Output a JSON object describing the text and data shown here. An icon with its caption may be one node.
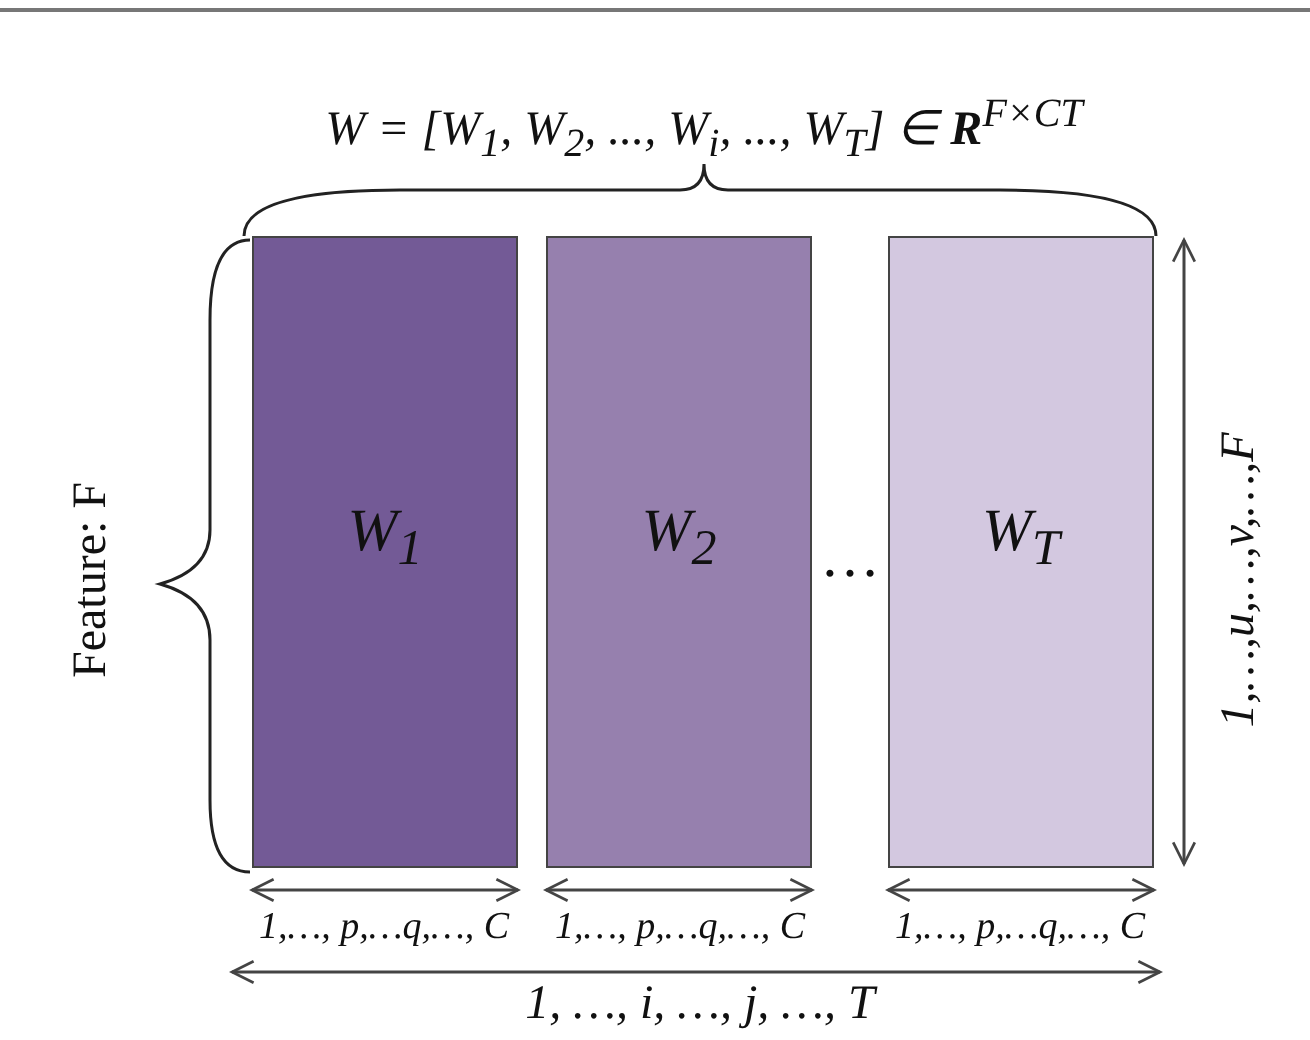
{
  "diagram": {
    "title": "W = [W$_{1}$, W$_{2}$, ..., W$_{i}$, ..., W$_{T}$] ∈ **R**$^{F×CT}$",
    "nodes": [
      {
        "text": [
          "W$_{1}$"
        ]
      },
      {
        "text": [
          "W$_{2}$"
        ]
      },
      {
        "text": [
          "W$_{T}$"
        ]
      }
    ],
    "edges": [],
    "labels": [
      "…",
      "Feature: F",
      "1,…,u,…,v,…,F",
      "1,…, p,…q,…, C",
      "1,…, p,…q,…, C",
      "1,…, p,…q,…, C",
      "1, …, i, …, j, …, T"
    ]
  }
}
